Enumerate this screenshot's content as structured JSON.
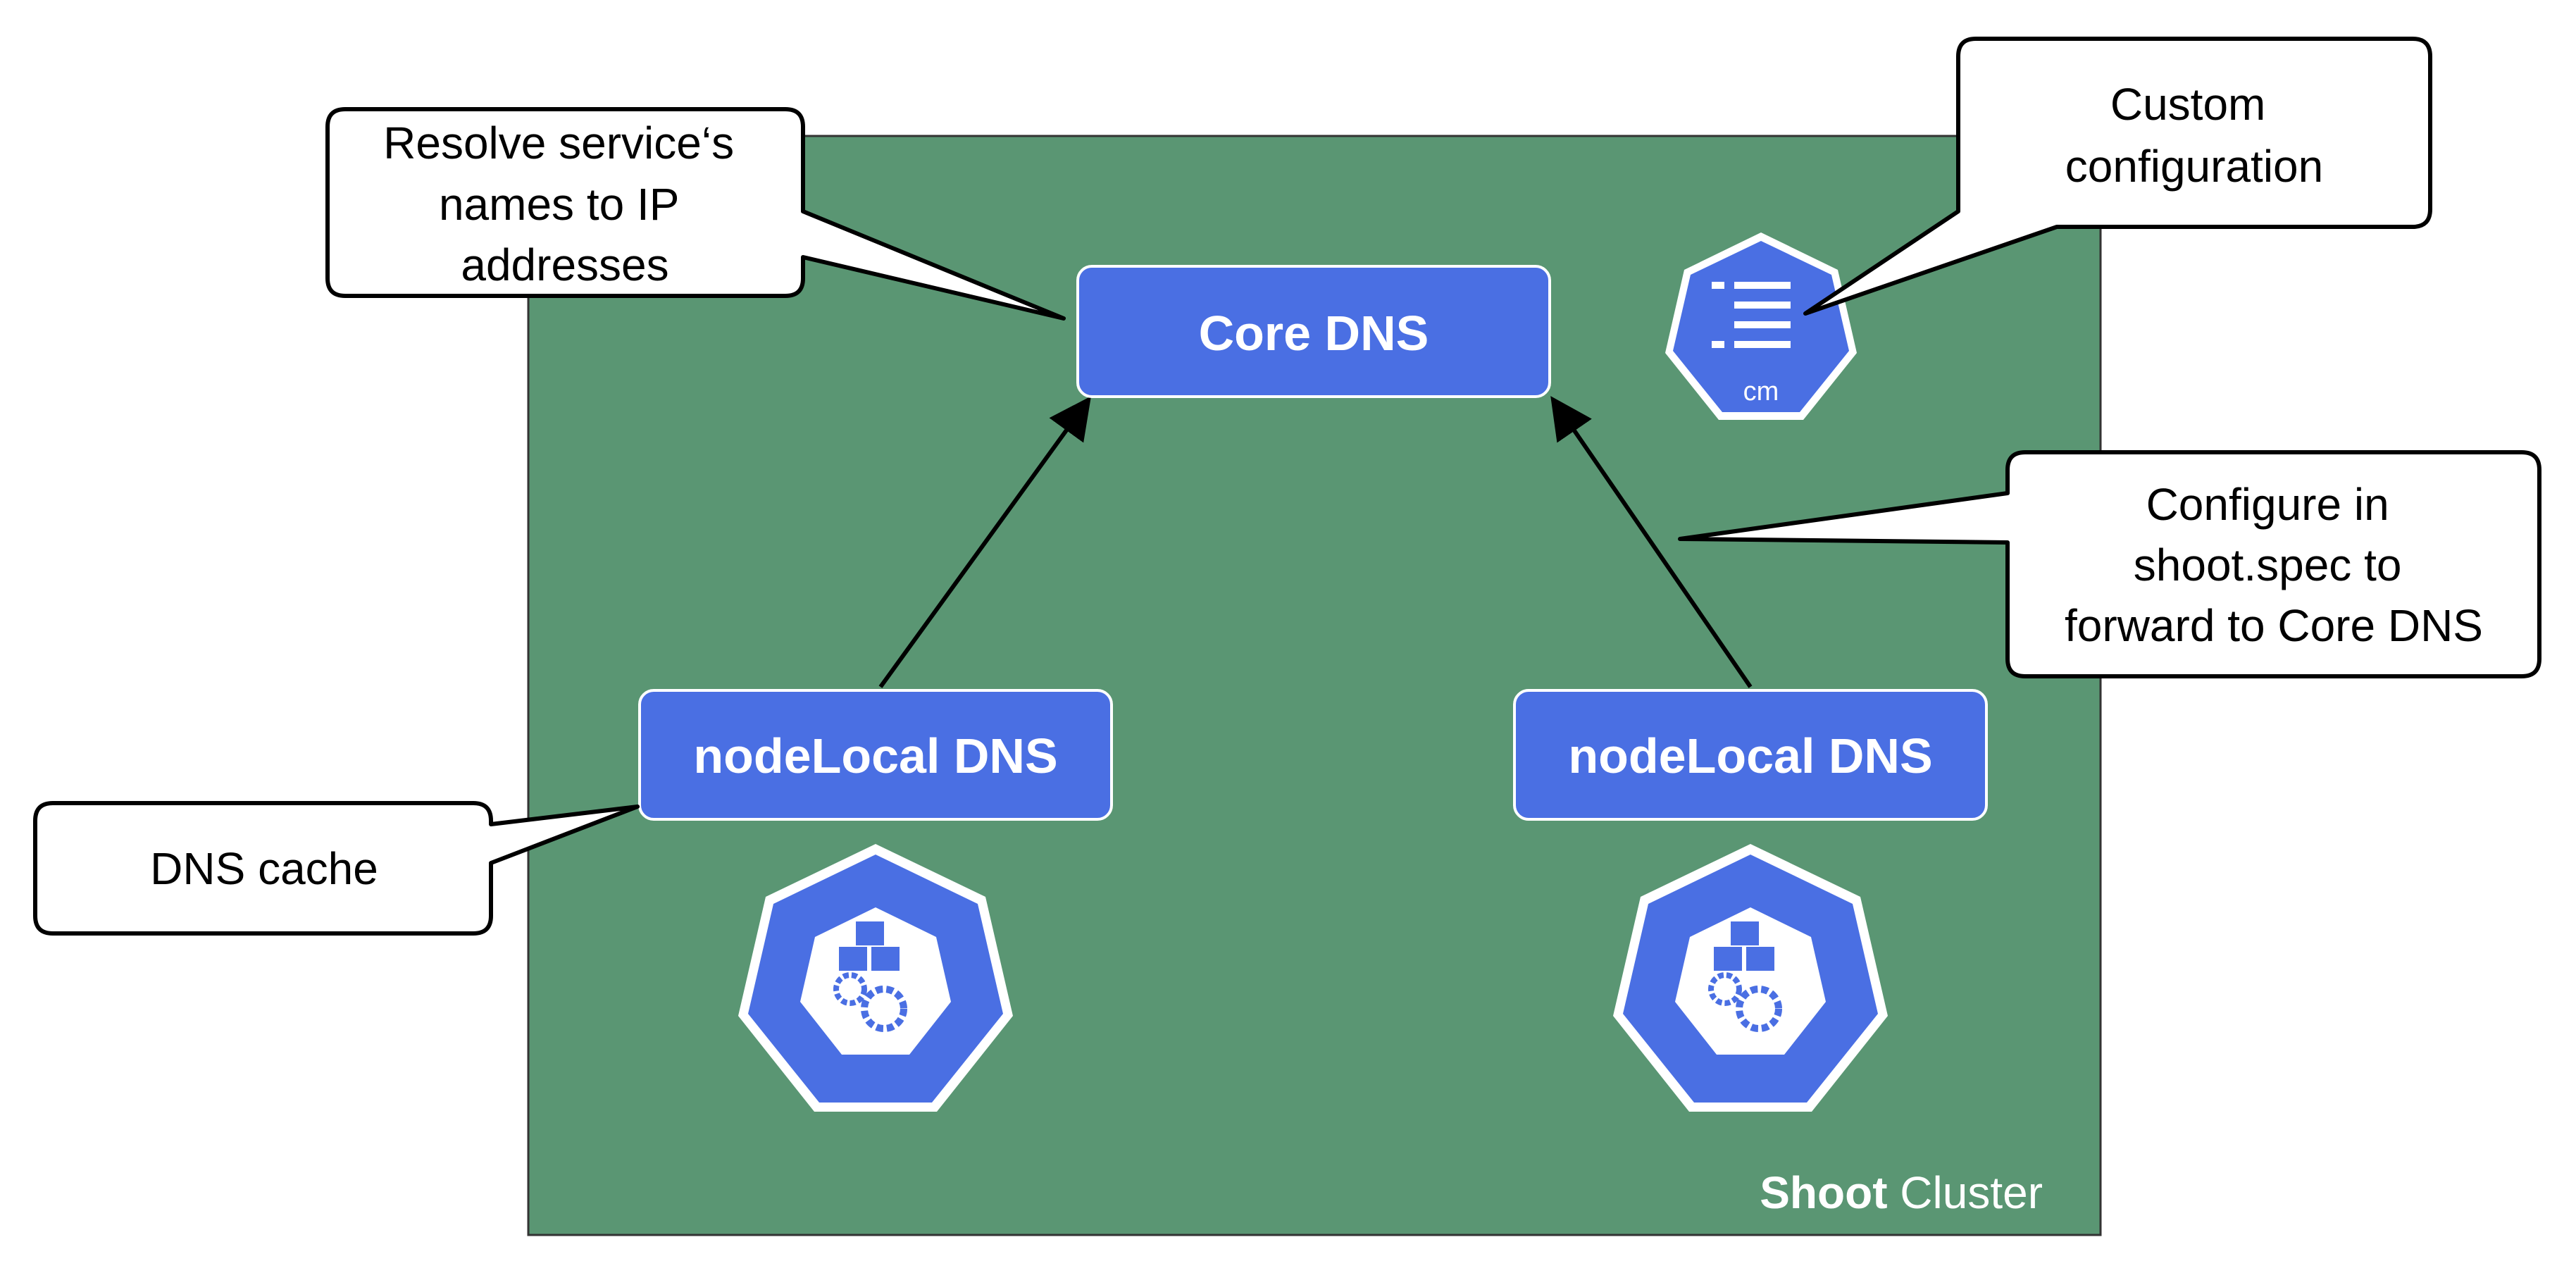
{
  "cluster": {
    "label_bold": "Shoot",
    "label_rest": " Cluster",
    "fill": "#5a9673"
  },
  "nodes": {
    "core_dns": "Core DNS",
    "node_local_left": "nodeLocal DNS",
    "node_local_right": "nodeLocal DNS",
    "fill": "#4a6fe3"
  },
  "icons": {
    "config_map": {
      "name": "config-map-icon",
      "label": "cm"
    },
    "pod_left": {
      "name": "pod-icon"
    },
    "pod_right": {
      "name": "pod-icon"
    }
  },
  "callouts": {
    "resolve": [
      "Resolve service‘s",
      "names to IP",
      "addresses"
    ],
    "custom": [
      "Custom",
      "configuration"
    ],
    "configure": [
      "Configure in",
      "shoot.spec to",
      "forward to Core DNS"
    ],
    "cache": [
      "DNS cache"
    ]
  }
}
